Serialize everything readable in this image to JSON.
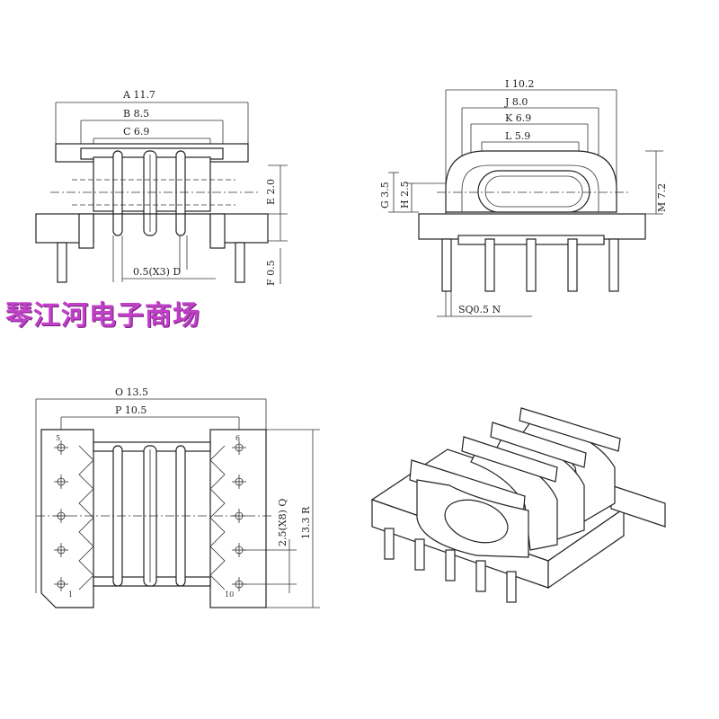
{
  "watermark": "琴江河电子商场",
  "front_view": {
    "dims": {
      "A": "A 11.7",
      "B": "B 8.5",
      "C": "C 6.9",
      "E": "E 2.0",
      "D": "0.5(X3) D",
      "F": "F 0.5"
    }
  },
  "side_view": {
    "dims": {
      "I": "I 10.2",
      "J": "J 8.0",
      "K": "K 6.9",
      "L": "L 5.9",
      "G": "G 3.5",
      "H": "H 2.5",
      "M": "M 7.2",
      "N": "SQ0.5 N"
    }
  },
  "bottom_view": {
    "dims": {
      "O": "O 13.5",
      "P": "P 10.5",
      "Q": "2.5(X8) Q",
      "R": "13.3 R"
    },
    "pin_labels": [
      "5",
      "6",
      "1",
      "10"
    ]
  },
  "iso_view": {
    "pin_count": 5
  }
}
